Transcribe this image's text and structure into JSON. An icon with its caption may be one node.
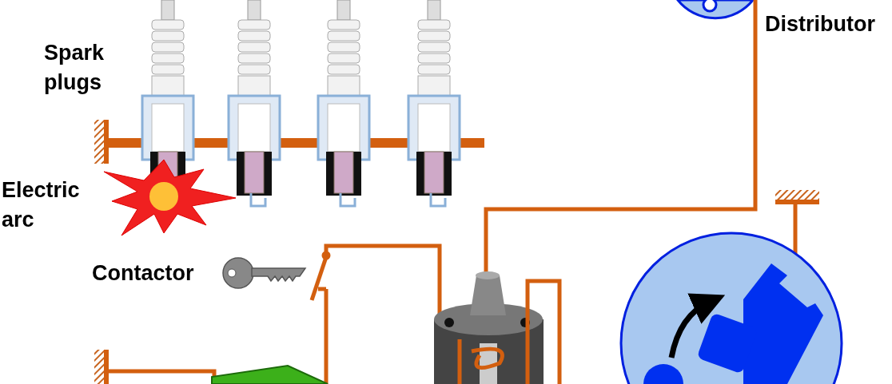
{
  "diagram": {
    "labels": [
      "Distributor",
      "Spark plugs",
      "Electric arc",
      "Contactor"
    ]
  }
}
